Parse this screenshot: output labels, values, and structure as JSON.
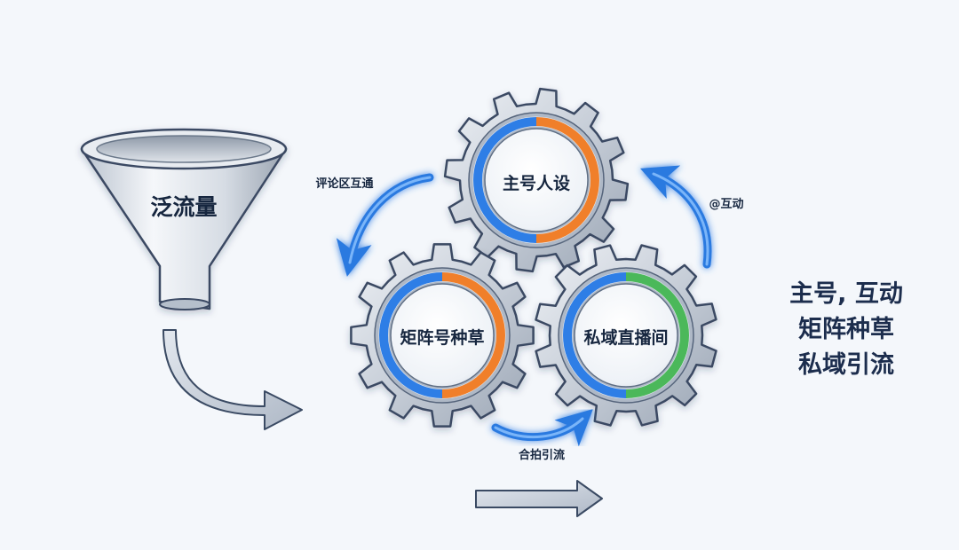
{
  "funnel": {
    "label": "泛流量"
  },
  "gears": {
    "top": {
      "label": "主号人设"
    },
    "left": {
      "label": "矩阵号种草"
    },
    "right": {
      "label": "私域直播间"
    }
  },
  "flows": {
    "comment": "评论区互通",
    "mention": "@互动",
    "collab": "合拍引流"
  },
  "summary": {
    "line1": "主号, 互动",
    "line2": "矩阵种草",
    "line3": "私域引流"
  },
  "colors": {
    "blue": "#2f7ee6",
    "orange": "#f07f2a",
    "green": "#4bb85a",
    "steel": "#c9d0da",
    "navy": "#16263f"
  }
}
